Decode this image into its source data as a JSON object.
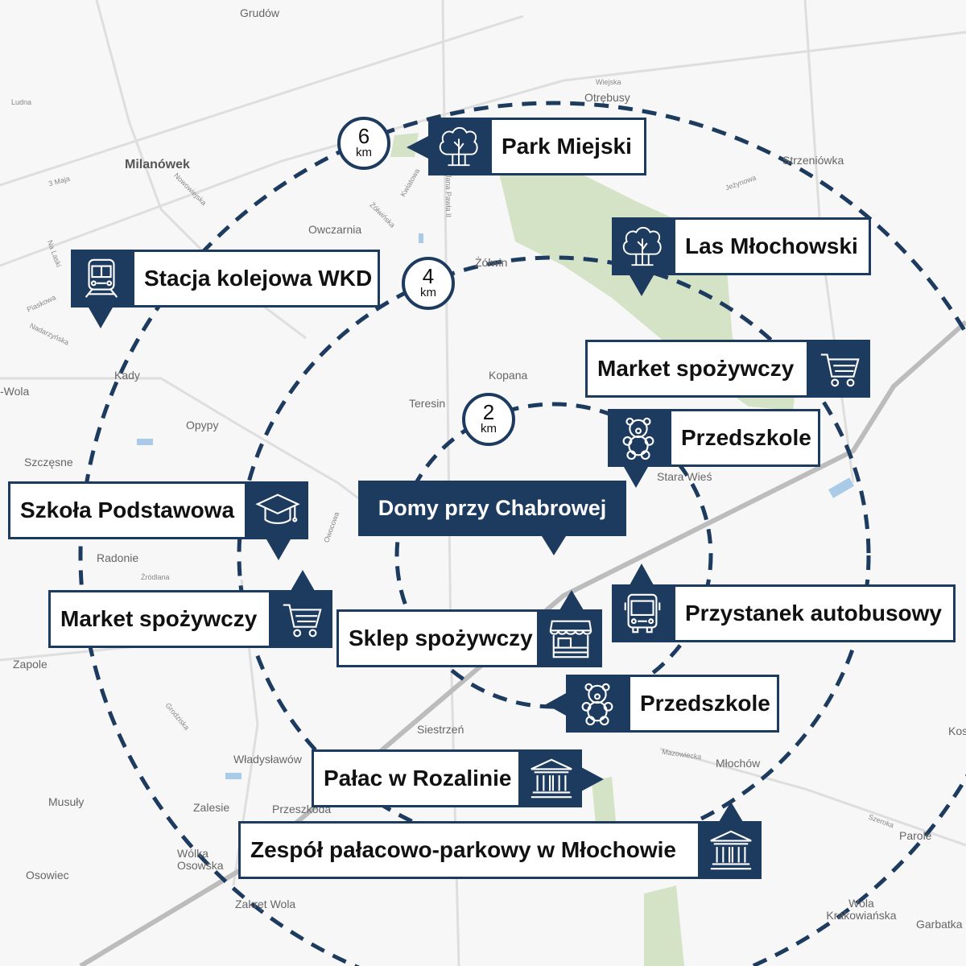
{
  "colors": {
    "navy": "#1d3a5f",
    "park": "#d4e3c6",
    "water": "#a9cbe8",
    "road": "#dcdcdc",
    "rail": "#b8b8b8"
  },
  "center": {
    "label": "Domy przy Chabrowej"
  },
  "rings": [
    {
      "value": "2",
      "unit": "km"
    },
    {
      "value": "4",
      "unit": "km"
    },
    {
      "value": "6",
      "unit": "km"
    }
  ],
  "pois": [
    {
      "label": "Park Miejski",
      "icon": "tree-icon"
    },
    {
      "label": "Las Młochowski",
      "icon": "tree-icon"
    },
    {
      "label": "Stacja kolejowa WKD",
      "icon": "train-icon"
    },
    {
      "label": "Market spożywczy",
      "icon": "cart-icon"
    },
    {
      "label": "Przedszkole",
      "icon": "teddy-bear-icon"
    },
    {
      "label": "Szkoła Podstawowa",
      "icon": "graduation-cap-icon"
    },
    {
      "label": "Market spożywczy",
      "icon": "cart-icon"
    },
    {
      "label": "Sklep spożywczy",
      "icon": "shop-stall-icon"
    },
    {
      "label": "Przystanek autobusowy",
      "icon": "bus-icon"
    },
    {
      "label": "Przedszkole",
      "icon": "teddy-bear-icon"
    },
    {
      "label": "Pałac w Rozalinie",
      "icon": "palace-icon"
    },
    {
      "label": "Zespół pałacowo-parkowy w Młochowie",
      "icon": "palace-icon"
    }
  ],
  "places": [
    "Grudów",
    "Milanówek",
    "Owczarnia",
    "Otrębusy",
    "Strzeniówka",
    "Żółwin",
    "Kopana",
    "Teresin",
    "Stara Wieś",
    "Kady",
    "Opypy",
    "Szczęsne",
    "Radonie",
    "Zapole",
    "Siestrzeń",
    "Władysławów",
    "Młochów",
    "Zalesie",
    "Przeszkoda",
    "Musuły",
    "Wólka Osowska",
    "Osowiec",
    "Zakręt Wola",
    "Wola Krakowiańska",
    "Parole",
    "Garbatka",
    "-Wola",
    "Kos"
  ],
  "streets": [
    "Ludna",
    "3 Maja",
    "Nowowiejska",
    "Na Laski",
    "Piaskowa",
    "Nadarzyńska",
    "Kwiatowa",
    "Żółwińska",
    "Jana Pawła II",
    "Mazowiecka",
    "Grodziska",
    "Źródlana",
    "Owocowa",
    "Jeżynowa",
    "Szeroka",
    "Wiejska"
  ]
}
